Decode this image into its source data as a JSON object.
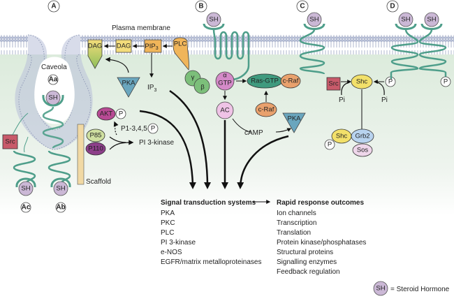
{
  "panels": {
    "A": "A",
    "B": "B",
    "C": "C",
    "D": "D",
    "Aa": "Aa",
    "Ab": "Ab",
    "Ac": "Ac"
  },
  "labels": {
    "plasma_membrane": "Plasma membrane",
    "caveola": "Caveola",
    "scaffold": "Scaffold",
    "ip3": "IP",
    "ip3_sub": "3",
    "camp": "cAMP",
    "pi3k_lipid": "P1-3,4,5",
    "pi3_kinase": "PI 3-kinase",
    "pi_left": "Pi",
    "pi_right": "Pi"
  },
  "nodes": {
    "sh": "SH",
    "dag": "DAG",
    "pip3": "PIP",
    "pip3_sub": "3",
    "plc": "PLC",
    "pka": "PKA",
    "gamma": "γ",
    "beta": "β",
    "alpha": "α",
    "gtp": "GTP",
    "ras_gtp": "Ras-GTP",
    "c_raf": "c-Raf",
    "ac": "AC",
    "akt": "AKT",
    "p": "P",
    "p85": "P85",
    "p110": "P110",
    "src": "Src",
    "shc": "Shc",
    "grb2": "Grb2",
    "sos": "Sos"
  },
  "signal_transduction": {
    "title": "Signal transduction systems",
    "items": [
      "PKA",
      "PKC",
      "PLC",
      "PI 3-kinase",
      "e-NOS",
      "EGFR/matrix metalloproteinases"
    ]
  },
  "rapid_response": {
    "title": "Rapid response outcomes",
    "items": [
      "Ion channels",
      "Transcription",
      "Translation",
      "Protein kinase/phosphatases",
      "Structural proteins",
      "Signalling enzymes",
      "Feedback regulation"
    ]
  },
  "legend": {
    "symbol": "SH",
    "text": "= Steroid Hormone"
  },
  "colors": {
    "cytoplasm": "#e3efe3",
    "membrane": "#aab4cc",
    "receptor": "#4e9e8a",
    "sh_fill": "#cbb8d6",
    "dag_fill": "#f3dc7a",
    "pip_fill": "#f0b55a",
    "pka_fill": "#6aa6be",
    "g_fill": "#7cbf7a",
    "gtp_fill": "#d48ac8",
    "ras_fill": "#3f9a7e",
    "raf_fill": "#e9a16d",
    "ac_fill": "#efc3e6",
    "akt_fill": "#b84a94",
    "p85_fill": "#cfe0a0",
    "p110_fill": "#8d3f8a",
    "src_fill": "#c85a6a",
    "shc_fill": "#f2e06a",
    "grb2_fill": "#b8d3ef",
    "sos_fill": "#eed6ea",
    "scaffold_fill": "#f1d9a4"
  }
}
